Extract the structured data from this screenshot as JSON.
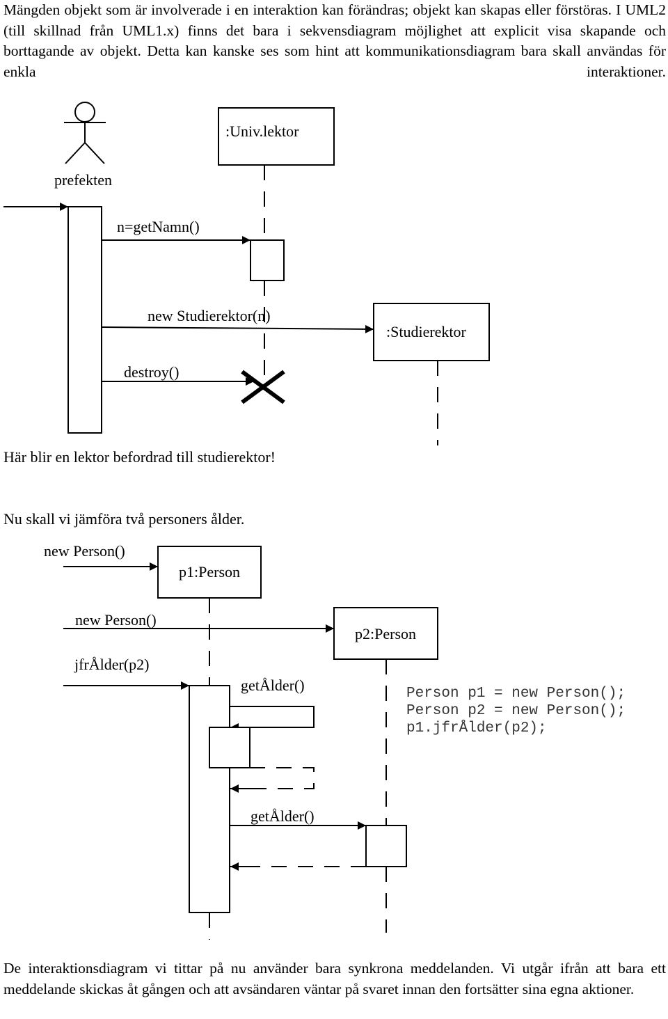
{
  "intro_text": "Mängden objekt som är involverade i en interaktion kan förändras; objekt kan skapas eller förstöras. I UML2 (till skillnad från UML1.x) finns det bara i sekvensdiagram möjlighet att explicit visa skapande och borttagande av objekt. Detta kan kanske ses som hint att kommunikationsdiagram bara skall användas för enkla interaktioner.",
  "diagram1": {
    "actor_label": "prefekten",
    "object_lektor": ":Univ.lektor",
    "object_studierektor": ":Studierektor",
    "msg_getnamn": "n=getNamn()",
    "msg_new_studierektor": "new Studierektor(n)",
    "msg_destroy": "destroy()",
    "caption": "Här blir en lektor befordrad till studierektor!"
  },
  "heading2": "Nu skall vi jämföra två personers ålder.",
  "diagram2": {
    "msg_new_person_1": "new Person()",
    "object_p1": "p1:Person",
    "msg_new_person_2": "new Person()",
    "object_p2": "p2:Person",
    "msg_jfralder": "jfrÅlder(p2)",
    "msg_getalder_1": "getÅlder()",
    "msg_getalder_2": "getÅlder()",
    "code": [
      "Person p1 = new Person();",
      "Person p2 = new Person();",
      "p1.jfrÅlder(p2);"
    ]
  },
  "outro_text": "De interaktionsdiagram vi tittar på nu använder bara synkrona meddelanden. Vi utgår ifrån att bara ett meddelande skickas åt gången och att avsändaren väntar på svaret innan den fortsätter sina egna aktioner."
}
